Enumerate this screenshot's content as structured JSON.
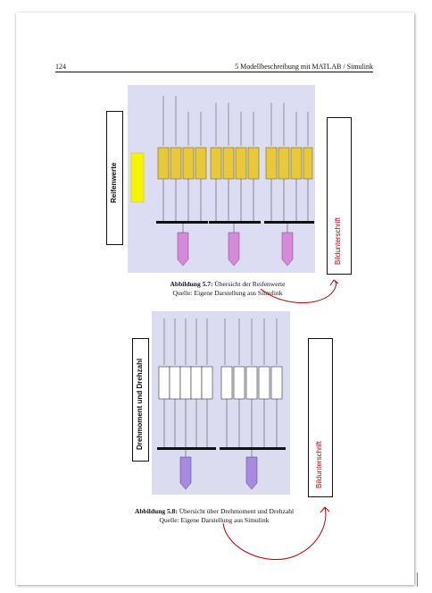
{
  "page": {
    "number": "124",
    "running_title": "5 Modellbeschreibung mit MATLAB / Simulink"
  },
  "figure1": {
    "side_label": "Reifenwerte",
    "caption_label": "Abbildung 5.7:",
    "caption_text": "Übersicht der Reifenwerte",
    "source": "Quelle: Eigene Darstellung aus Simulink",
    "annotation": "Bildunterschrift"
  },
  "figure2": {
    "side_label": "Drehmoment und Drehzahl",
    "caption_label": "Abbildung 5.8:",
    "caption_text": "Übersicht über Drehmoment und Drehzahl",
    "source": "Quelle: Eigene Darstellung aus Simulink",
    "annotation": "Bildunterschrift"
  },
  "colors": {
    "annotation": "#c00000",
    "figure1_bg": "#dcdcf2",
    "figure2_bg": "#dcdcf0",
    "block_yellow": "#e8c93a",
    "highlight_yellow": "#f5f500",
    "port_pink": "#d48ad8",
    "port_purple": "#a78be0"
  }
}
